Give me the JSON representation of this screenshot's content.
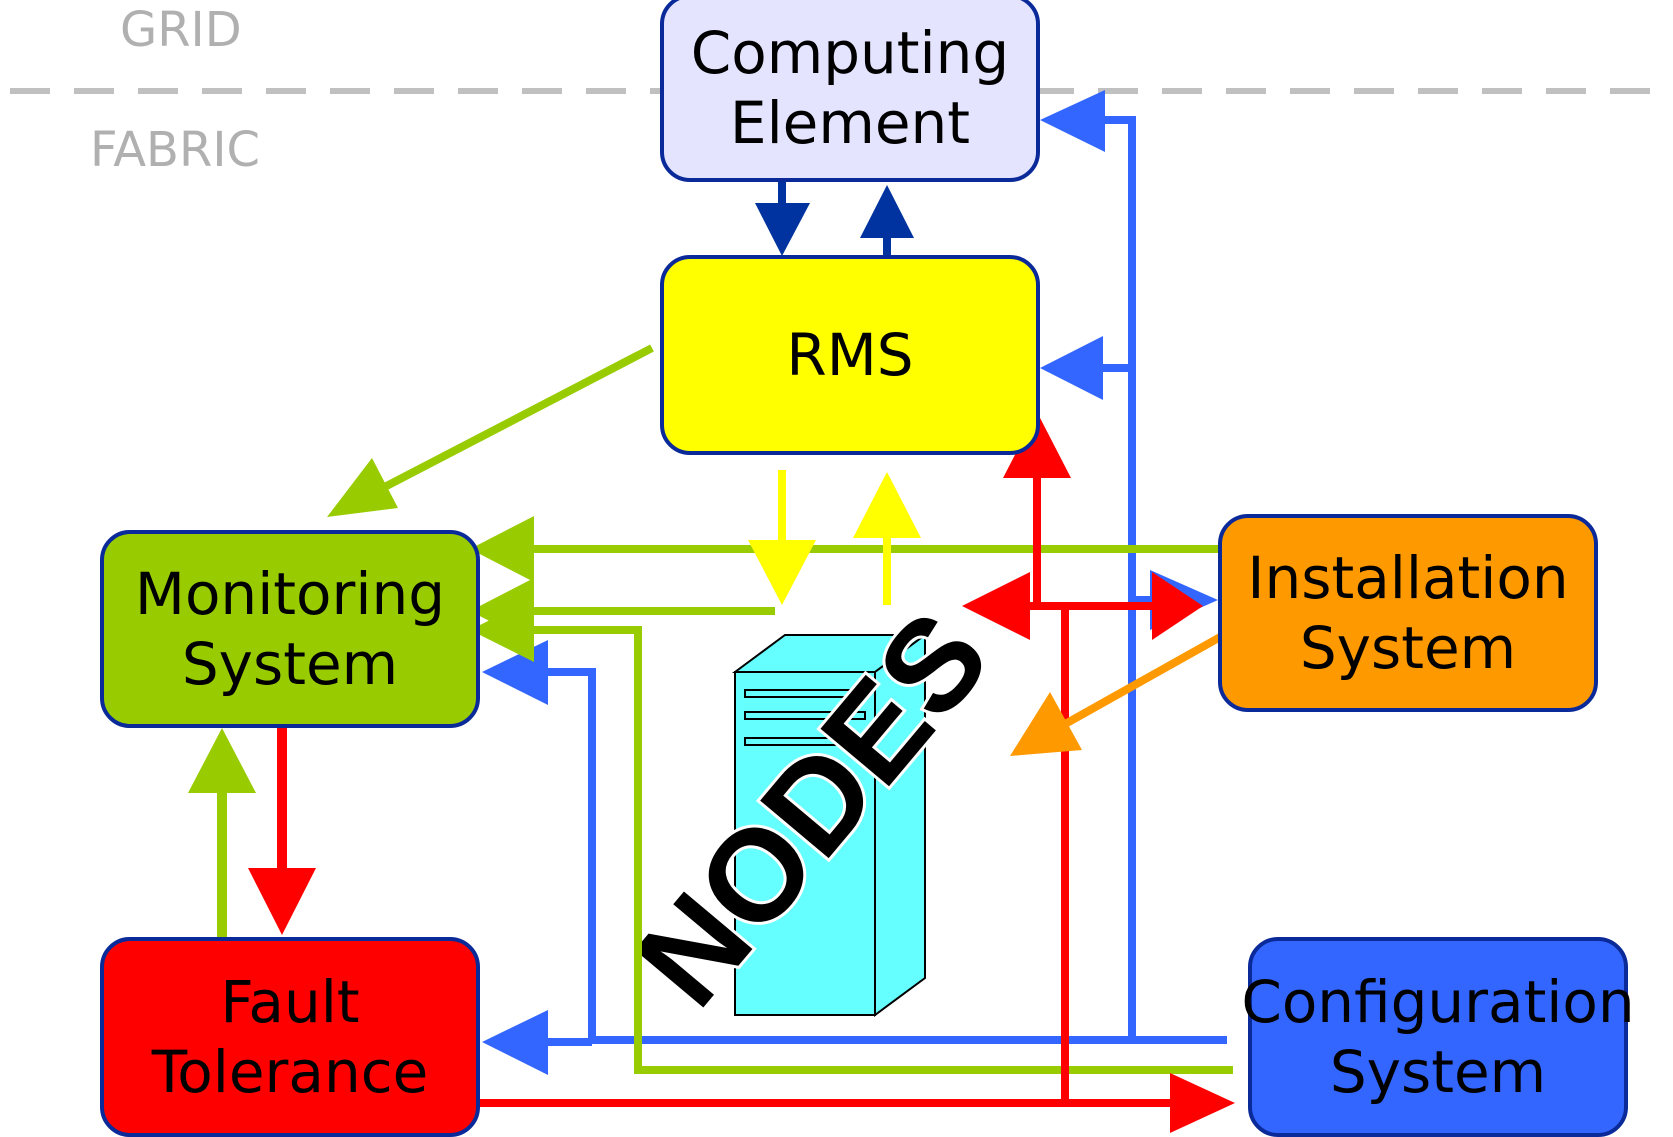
{
  "regions": {
    "grid": "GRID",
    "fabric": "FABRIC"
  },
  "boxes": {
    "computing_element": "Computing\nElement",
    "rms": "RMS",
    "monitoring_system": "Monitoring\nSystem",
    "installation_system": "Installation\nSystem",
    "fault_tolerance": "Fault\nTolerance",
    "configuration_system": "Configuration\nSystem"
  },
  "nodes_label": "NODES",
  "colors": {
    "region_label": "#b0b0b0",
    "divider": "#c0c0c0",
    "box_border": "#0b2a99",
    "computing_element": "#e4e4ff",
    "rms": "#ffff00",
    "monitoring_system": "#99cc00",
    "installation_system": "#ff9900",
    "fault_tolerance": "#ff0000",
    "configuration_system": "#3366ff",
    "arrow_dark_blue": "#0033a0",
    "arrow_blue": "#3366ff",
    "arrow_green": "#99cc00",
    "arrow_red": "#ff0000",
    "arrow_yellow": "#ffff00",
    "arrow_orange": "#ff9900",
    "server": "#66ffff"
  }
}
